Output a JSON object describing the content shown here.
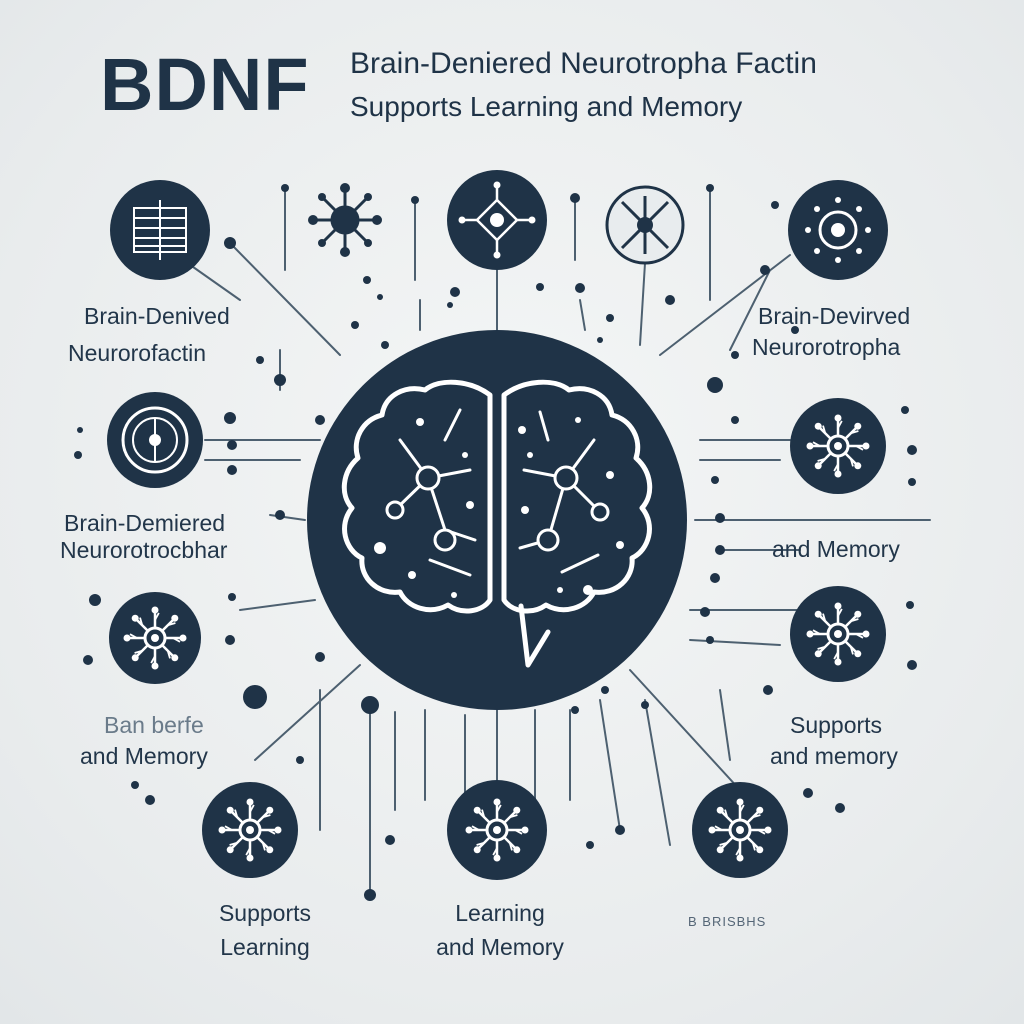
{
  "header": {
    "abbreviation": "BDNF",
    "line1": "Brain-Deniered Neurotropha Factin",
    "line2": "Supports Learning and Memory"
  },
  "labels": {
    "left_upper_1": "Brain-Denived",
    "left_upper_2": "Neurorofactin",
    "right_upper_1": "Brain-Devirved",
    "right_upper_2": "Neurorotropha",
    "left_middle_1": "Brain-Demiered",
    "left_middle_2": "Neurorotrocbhar",
    "right_middle": "and Memory",
    "left_lower_1": "Ban berfe",
    "left_lower_2": "and Memory",
    "right_lower_1": "Supports",
    "right_lower_2": "and memory",
    "bottom_left_1": "Supports",
    "bottom_left_2": "Learning",
    "bottom_center_1": "Learning",
    "bottom_center_2": "and Memory",
    "bottom_right_small": "B BRISBHS"
  },
  "colors": {
    "navy": "#1f3347",
    "background": "#eceff0",
    "line": "#4d6070",
    "white": "#ffffff"
  },
  "icons": [
    "grid-lines-icon",
    "atom-icon",
    "neuron-icon",
    "x-cross-icon",
    "target-icon",
    "ring-icon",
    "neuron-icon",
    "neuron-icon",
    "neuron-icon",
    "neuron-icon",
    "neuron-icon",
    "neuron-icon",
    "brain-icon"
  ]
}
